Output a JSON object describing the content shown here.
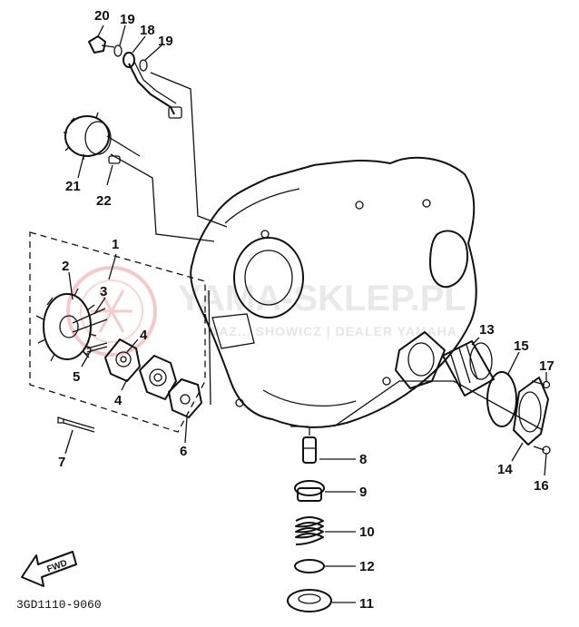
{
  "watermark": {
    "title": "YAMA-SKLEP.PL",
    "subtitle": "WAZ... SHOWICZ | DEALER YAMAHA",
    "logo": "yamaha-tuning-fork-logo"
  },
  "callouts": {
    "c1": "1",
    "c2": "2",
    "c3": "3",
    "c4a": "4",
    "c4b": "4",
    "c5": "5",
    "c6": "6",
    "c7": "7",
    "c8": "8",
    "c9": "9",
    "c10": "10",
    "c11": "11",
    "c12": "12",
    "c13": "13",
    "c14": "14",
    "c15": "15",
    "c16": "16",
    "c17": "17",
    "c18": "18",
    "c19a": "19",
    "c19b": "19",
    "c20": "20",
    "c21": "21",
    "c22": "22"
  },
  "fwd_label": "FWD",
  "diagram_code": "3GD1110-9060",
  "colors": {
    "ink": "#111111",
    "watermark": "#e9e9e9",
    "logo": "#f2c4c4"
  }
}
